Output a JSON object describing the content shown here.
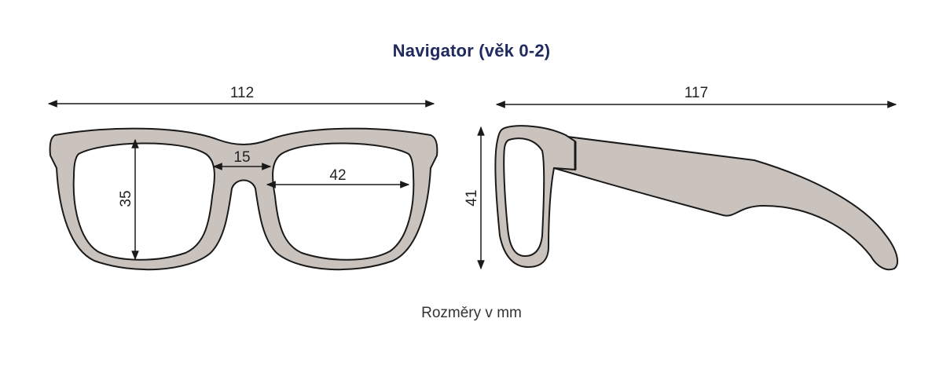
{
  "title": "Navigator (věk 0-2)",
  "footer": "Rozměry v mm",
  "dimensions": {
    "front_width": "112",
    "side_length": "117",
    "bridge": "15",
    "lens_width": "42",
    "lens_height": "35",
    "side_height": "41"
  },
  "colors": {
    "frame_fill": "#c9c2bd",
    "outline": "#1a1a1a",
    "title": "#1f2a5e"
  }
}
